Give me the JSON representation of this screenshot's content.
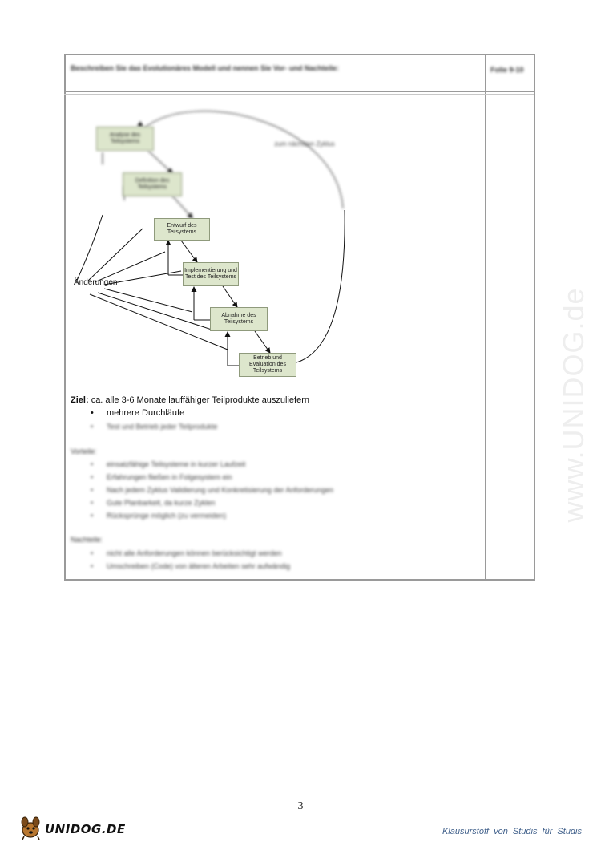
{
  "question": {
    "text": "Beschreiben Sie das Evolutionäres Modell und nennen Sie Vor- und Nachteile:",
    "folie": "Folie 9-10"
  },
  "diagram": {
    "boxes": [
      "Analyse des Teilsystems",
      "Definition des Teilsystems",
      "Entwurf des Teilsystems",
      "Implementierung und Test des Teilsystems",
      "Abnahme des Teilsystems",
      "Betrieb und Evaluation des Teilsystems"
    ],
    "aenderungen_label": "Änderungen",
    "cycle_label": "zum nächsten Zyklus"
  },
  "ziel": {
    "label": "Ziel:",
    "text": "ca. alle 3-6 Monate lauffähiger Teilprodukte auszuliefern"
  },
  "bullets_visible": [
    "mehrere Durchläufe",
    "Test und Betrieb jeder Teilprodukte"
  ],
  "vorteile": {
    "heading": "Vorteile:",
    "items": [
      "einsatzfähige Teilsysteme in kurzer Laufzeit",
      "Erfahrungen fließen in Folgesystem ein",
      "Nach jedem Zyklus Validierung und Konkretisierung der Anforderungen",
      "Gute Planbarkeit, da kurze Zyklen",
      "Rücksprünge möglich (zu vermeiden)"
    ]
  },
  "nachteile": {
    "heading": "Nachteile:",
    "items": [
      "nicht alle Anforderungen können berücksichtigt werden",
      "Umschreiben (Code) von älteren Arbeiten sehr aufwändig"
    ]
  },
  "bullet_glyph": "•",
  "watermark": "www.UNIDOG.de",
  "page_number": "3",
  "logo_text": "UNIDOG.DE",
  "footer_text": "Klausurstoff von Studis für Studis"
}
